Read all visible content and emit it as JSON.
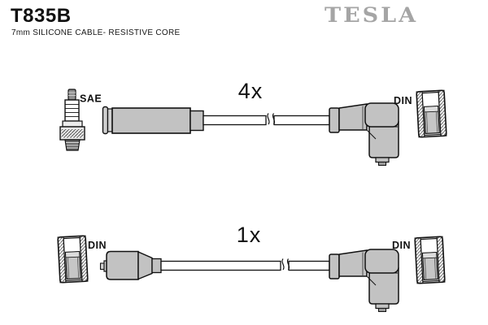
{
  "header": {
    "part_number": "T835B",
    "subtitle": "7mm SILICONE CABLE- RESISTIVE CORE",
    "brand": "TESLA"
  },
  "diagram": {
    "top_assembly": {
      "quantity": "4x",
      "plug_standard": "SAE",
      "socket_standard": "DIN",
      "icons": [
        "spark-plug-icon",
        "straight-boot-cable-icon",
        "cable-break-icon",
        "elbow-boot-icon",
        "din-socket-cross-section-icon"
      ]
    },
    "bottom_assembly": {
      "quantity": "1x",
      "left_socket_standard": "DIN",
      "right_socket_standard": "DIN",
      "icons": [
        "din-socket-cross-section-icon",
        "coil-plug-icon",
        "cable-break-icon",
        "elbow-boot-icon",
        "din-socket-cross-section-icon"
      ]
    }
  },
  "colors": {
    "brand_gray": "#a5a5a5",
    "part_fill": "#c2c2c2",
    "outline": "#111111",
    "background": "#ffffff"
  }
}
